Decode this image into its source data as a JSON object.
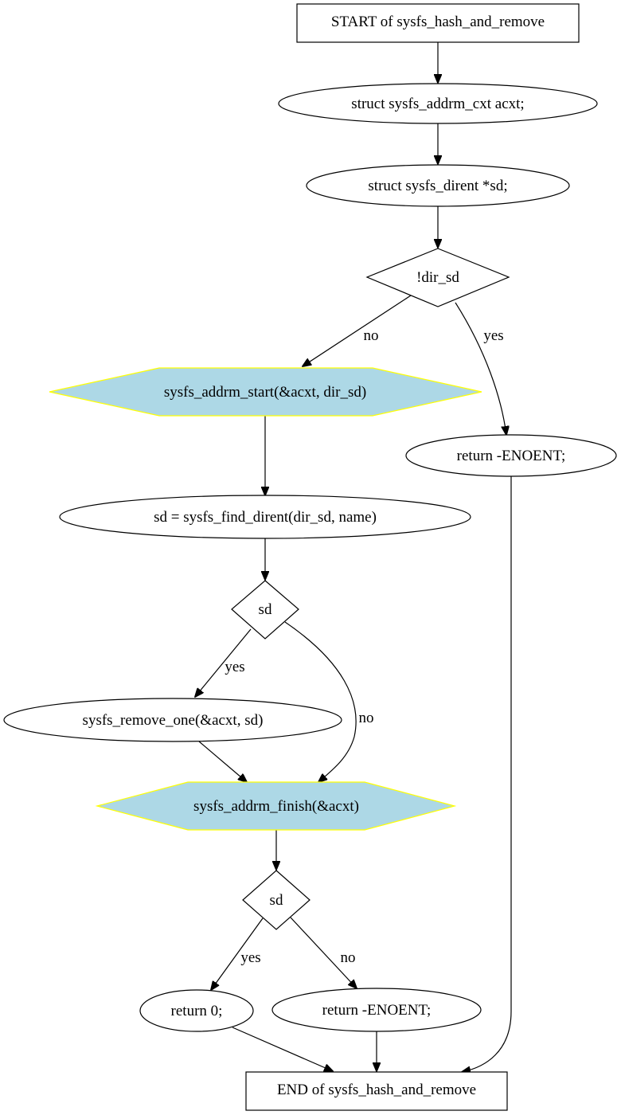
{
  "nodes": {
    "start": "START of sysfs_hash_and_remove",
    "decl_acxt": "struct sysfs_addrm_cxt acxt;",
    "decl_sd": "struct sysfs_dirent *sd;",
    "cond_dir_sd": "!dir_sd",
    "addrm_start": "sysfs_addrm_start(&acxt, dir_sd)",
    "return_enoent_1": "return -ENOENT;",
    "find_dirent": "sd = sysfs_find_dirent(dir_sd, name)",
    "cond_sd_1": "sd",
    "remove_one": "sysfs_remove_one(&acxt, sd)",
    "addrm_finish": "sysfs_addrm_finish(&acxt)",
    "cond_sd_2": "sd",
    "return_zero": "return 0;",
    "return_enoent_2": "return -ENOENT;",
    "end": "END of sysfs_hash_and_remove"
  },
  "edge_labels": {
    "dir_sd_no": "no",
    "dir_sd_yes": "yes",
    "sd1_yes": "yes",
    "sd1_no": "no",
    "sd2_yes": "yes",
    "sd2_no": "no"
  },
  "colors": {
    "call_fill": "#add8e6",
    "call_stroke": "#ffff00"
  }
}
